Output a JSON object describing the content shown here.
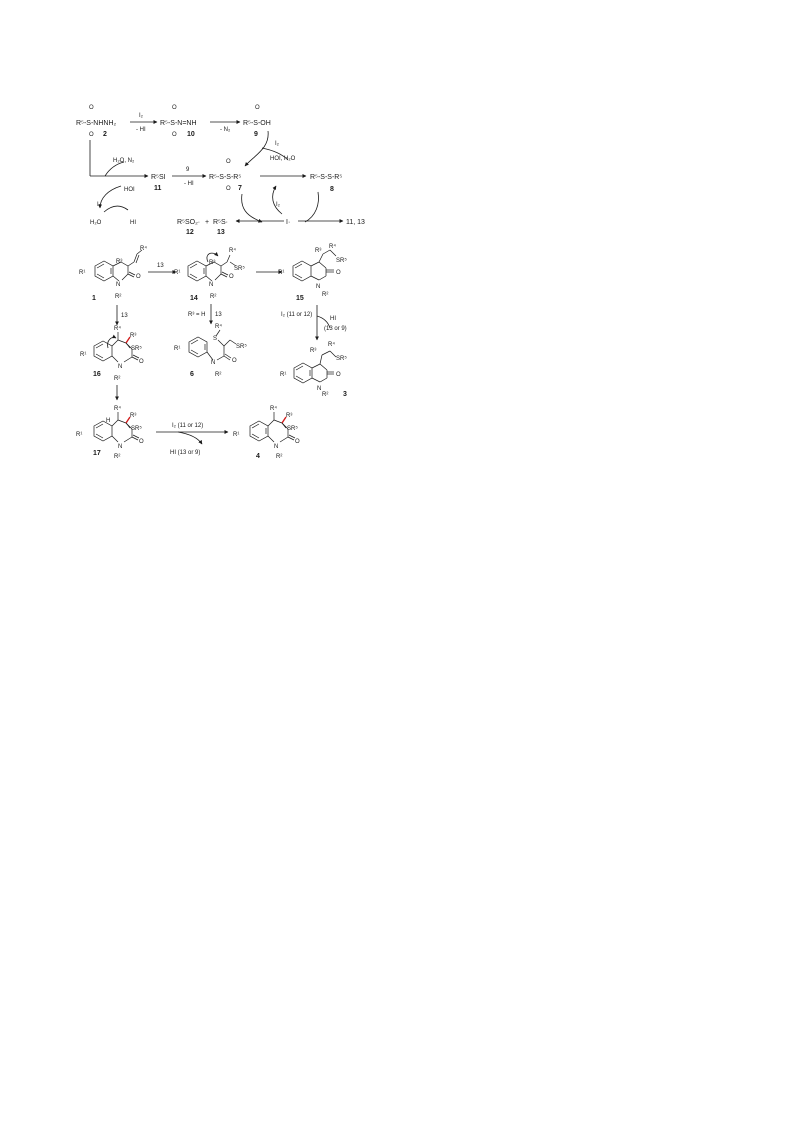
{
  "reactions": {
    "top_row": {
      "cpd2_label": "2",
      "cpd2_formula": "R⁵-S-NHNH₂",
      "arrow1_top": "I₂",
      "arrow1_bottom": "- HI",
      "cpd10_label": "10",
      "cpd10_formula": "R⁵-S-N=NH",
      "arrow2_bottom": "- N₂",
      "cpd9_label": "9",
      "cpd9_formula": "R⁵-S-OH",
      "oxo": "O"
    },
    "second_row": {
      "side_top": "H₂O, N₂",
      "side_hoi": "HOI",
      "side_i2": "I₂",
      "side_h2o": "H₂O",
      "side_hi": "HI",
      "cpd11_formula": "R⁵SI",
      "cpd11_label": "11",
      "arrow_top": "9",
      "arrow_bottom": "- HI",
      "cpd7_formula": "R⁵-S-S-R⁵",
      "cpd7_label": "7",
      "cpd8_formula": "R⁵-S-S-R⁵",
      "cpd8_label": "8",
      "curve_i2": "I₂",
      "curve_hoi": "HOI, H₂O"
    },
    "third_row": {
      "cpd12_formula": "R⁵SO₂·",
      "plus": "+",
      "cpd13_formula": "R⁵S·",
      "cpd12_label": "12",
      "cpd13_label": "13",
      "iodine_radical": "I·",
      "products": "11, 13",
      "i2_curve": "I₂"
    },
    "mechanism": {
      "cpd1_label": "1",
      "arrow_13": "13",
      "cpd14_label": "14",
      "cpd15_label": "15",
      "cpd16_label": "16",
      "cpd6_label": "6",
      "cpd3_label": "3",
      "cpd17_label": "17",
      "cpd4_label": "4",
      "cond_r3h": "R³ = H",
      "cond_13": "13",
      "cond_13b": "13",
      "i2_cond": "I₂ (11 or 12)",
      "hi_cond": "HI",
      "hi_cond2": "(13 or 9)",
      "final_top": "I₂ (11 or 12)",
      "final_bottom": "HI (13 or 9)",
      "r1": "R¹",
      "r2": "R²",
      "r3": "R³",
      "r4": "R⁴",
      "r5": "R⁵",
      "sr5": "SR⁵",
      "n": "N",
      "o": "O",
      "s": "S",
      "h": "H"
    }
  }
}
